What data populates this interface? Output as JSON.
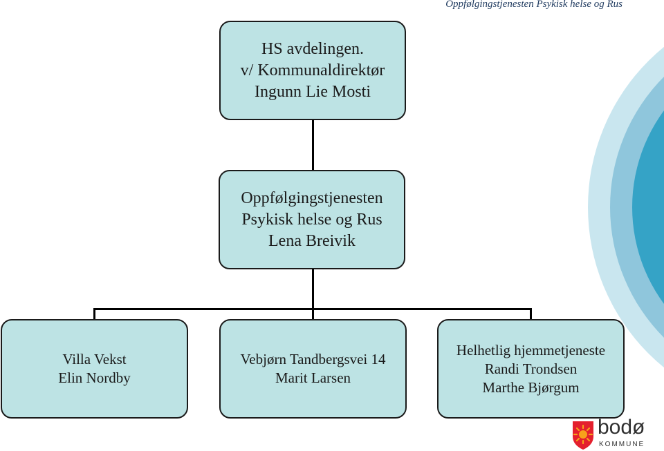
{
  "header": {
    "title": "Oppfølgingstjenesten Psykisk helse og Rus"
  },
  "org": {
    "top": {
      "lines": [
        "HS avdelingen.",
        "v/ Kommunaldirektør",
        "Ingunn Lie Mosti"
      ]
    },
    "middle": {
      "lines": [
        "Oppfølgingstjenesten",
        "Psykisk helse og Rus",
        "Lena Breivik"
      ]
    },
    "units": [
      {
        "lines": [
          "Villa Vekst",
          "Elin Nordby"
        ]
      },
      {
        "lines": [
          "Vebjørn Tandbergsvei 14",
          "Marit Larsen"
        ]
      },
      {
        "lines": [
          "Helhetlig hjemmetjeneste",
          "Randi Trondsen",
          "Marthe Bjørgum"
        ]
      }
    ]
  },
  "logo": {
    "name": "bodø",
    "subtitle": "KOMMUNE"
  },
  "colors": {
    "box_fill": "#bde3e4",
    "box_border": "#1a1a1a",
    "connector": "#000000",
    "arc_light": "#c9e6ef",
    "arc_mid": "#8fc6dc",
    "arc_dark": "#35a3c6",
    "logo_red": "#e4202e",
    "logo_orange": "#f7a21b"
  }
}
